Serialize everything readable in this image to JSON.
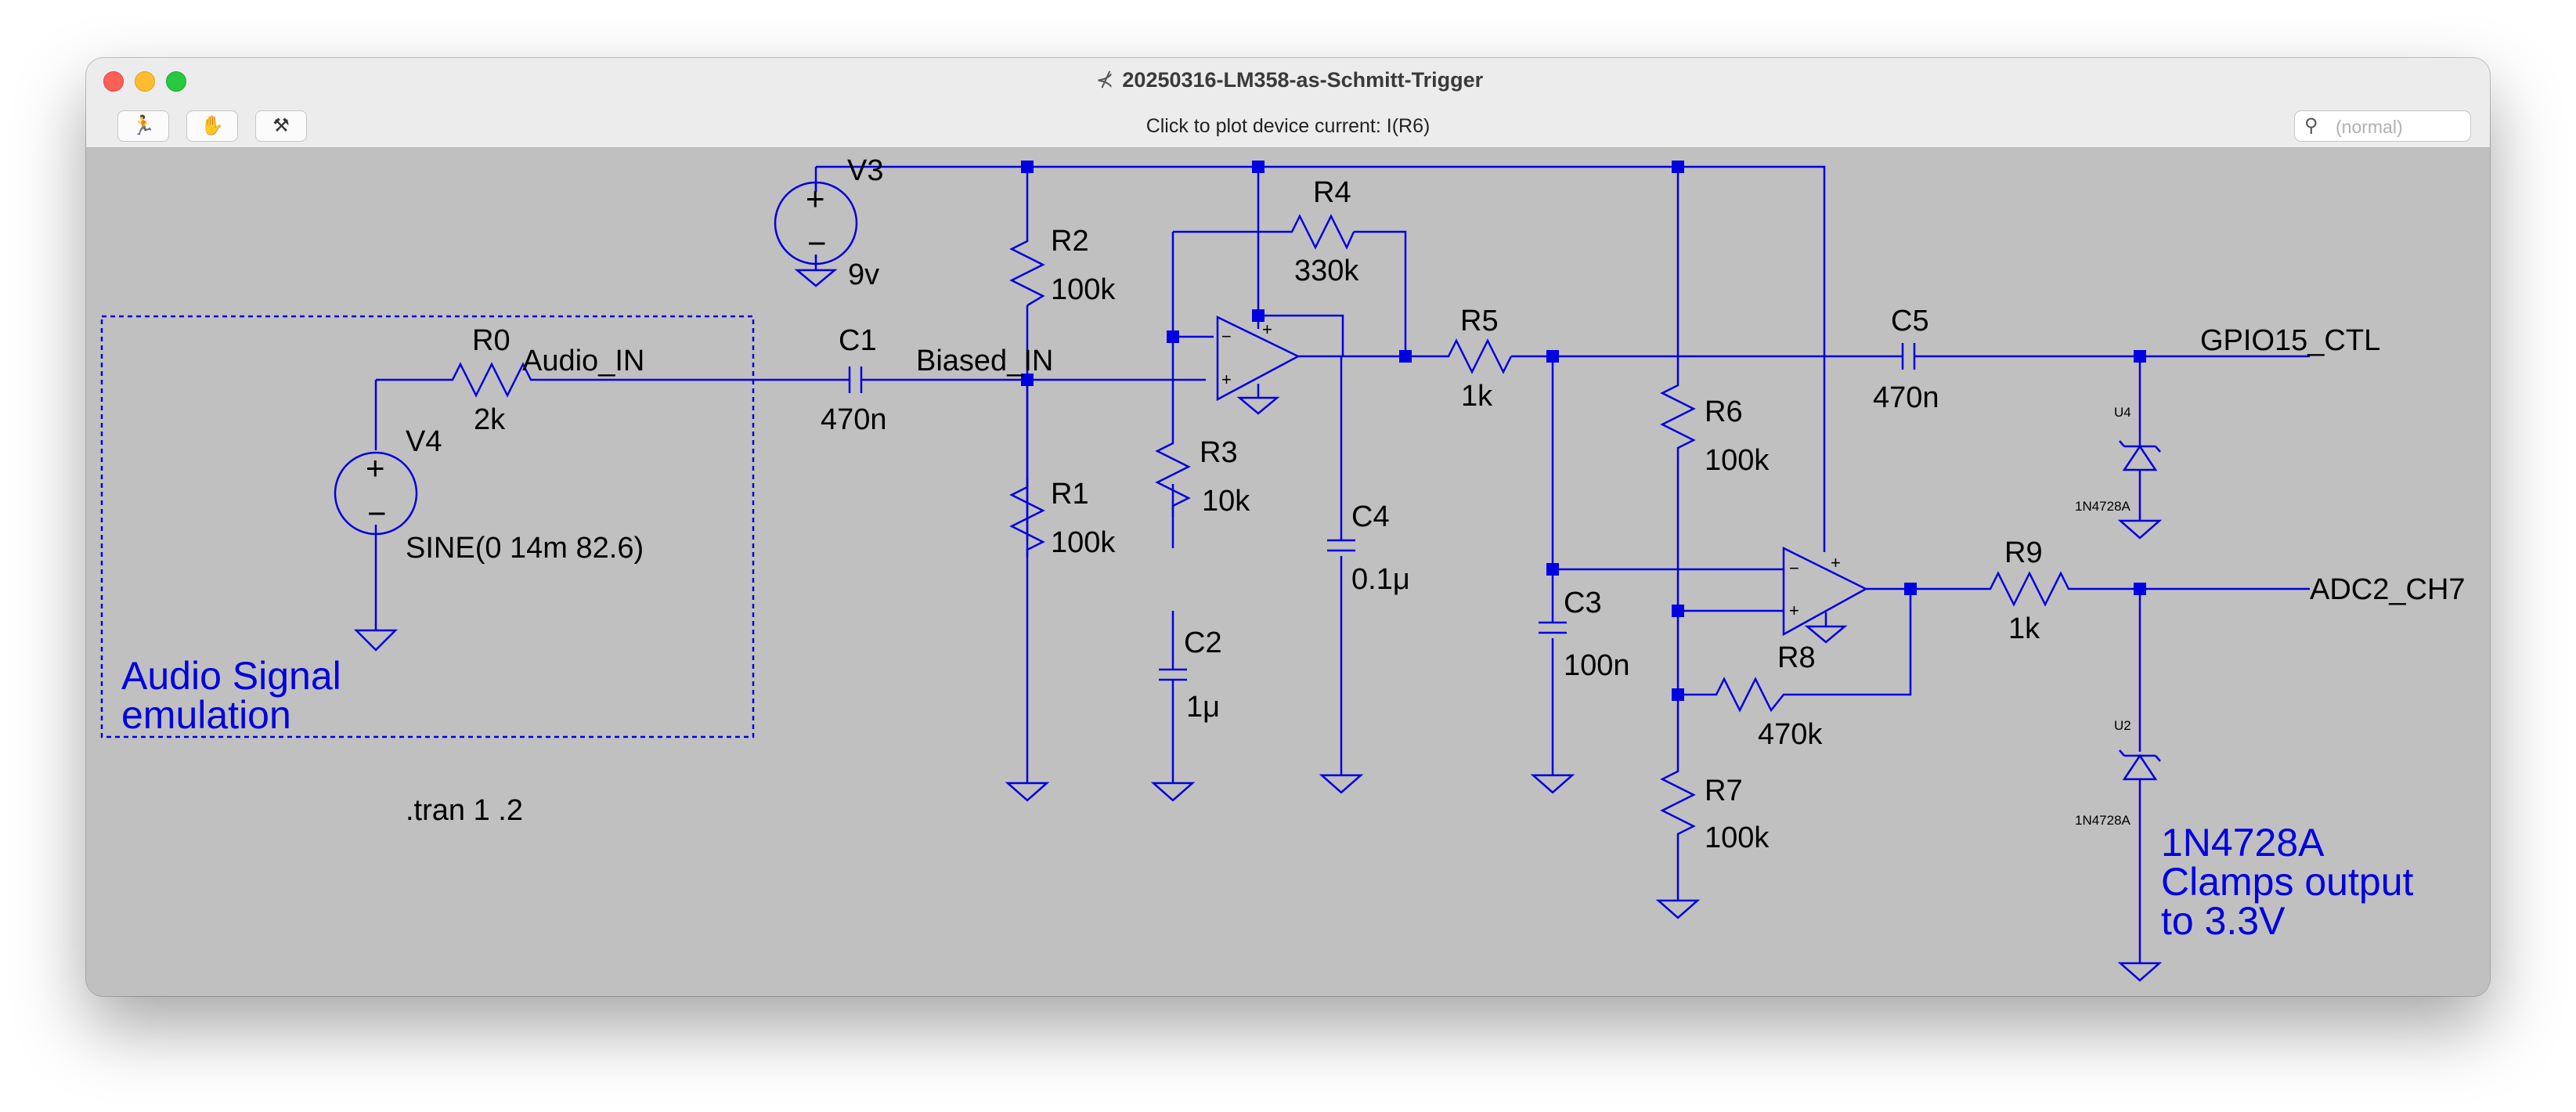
{
  "window": {
    "title": "20250316-LM358-as-Schmitt-Trigger"
  },
  "toolbar": {
    "run_icon": "running-man-icon",
    "halt_icon": "hand-icon",
    "probe_icon": "hammer-probe-icon",
    "status_hint": "Click to plot device current: I(R6)",
    "search_placeholder": "(normal)"
  },
  "schematic": {
    "colors": {
      "wire": "#0000e0",
      "label": "#000000",
      "background": "#c0c0c0",
      "comment": "#0000e0"
    },
    "components": {
      "v3": {
        "ref": "V3",
        "value": "9v"
      },
      "v4": {
        "ref": "V4",
        "value": "SINE(0 14m 82.6)"
      },
      "r0": {
        "ref": "R0",
        "value": "2k"
      },
      "c1": {
        "ref": "C1",
        "value": "470n"
      },
      "r1": {
        "ref": "R1",
        "value": "100k"
      },
      "r2": {
        "ref": "R2",
        "value": "100k"
      },
      "r3": {
        "ref": "R3",
        "value": "10k"
      },
      "c2": {
        "ref": "C2",
        "value": "1μ"
      },
      "r4": {
        "ref": "R4",
        "value": "330k"
      },
      "c4": {
        "ref": "C4",
        "value": "0.1μ"
      },
      "r5": {
        "ref": "R5",
        "value": "1k"
      },
      "c3": {
        "ref": "C3",
        "value": "100n"
      },
      "r6": {
        "ref": "R6",
        "value": "100k"
      },
      "r7": {
        "ref": "R7",
        "value": "100k"
      },
      "r8": {
        "ref": "R8",
        "value": "470k"
      },
      "c5": {
        "ref": "C5",
        "value": "470n"
      },
      "r9": {
        "ref": "R9",
        "value": "1k"
      },
      "u4": {
        "ref": "U4",
        "value": "1N4728A"
      },
      "u2": {
        "ref": "U2",
        "value": "1N4728A"
      }
    },
    "nets": {
      "audio_in": "Audio_IN",
      "biased_in": "Biased_IN",
      "gpio": "GPIO15_CTL",
      "adc": "ADC2_CH7"
    },
    "directive": ".tran 1 .2",
    "comments": {
      "audio_line1": "Audio Signal",
      "audio_line2": "emulation",
      "clamp_line1": "1N4728A",
      "clamp_line2": "Clamps output",
      "clamp_line3": "to 3.3V"
    },
    "opamp_pins": {
      "plus": "+",
      "minus": "−"
    }
  }
}
